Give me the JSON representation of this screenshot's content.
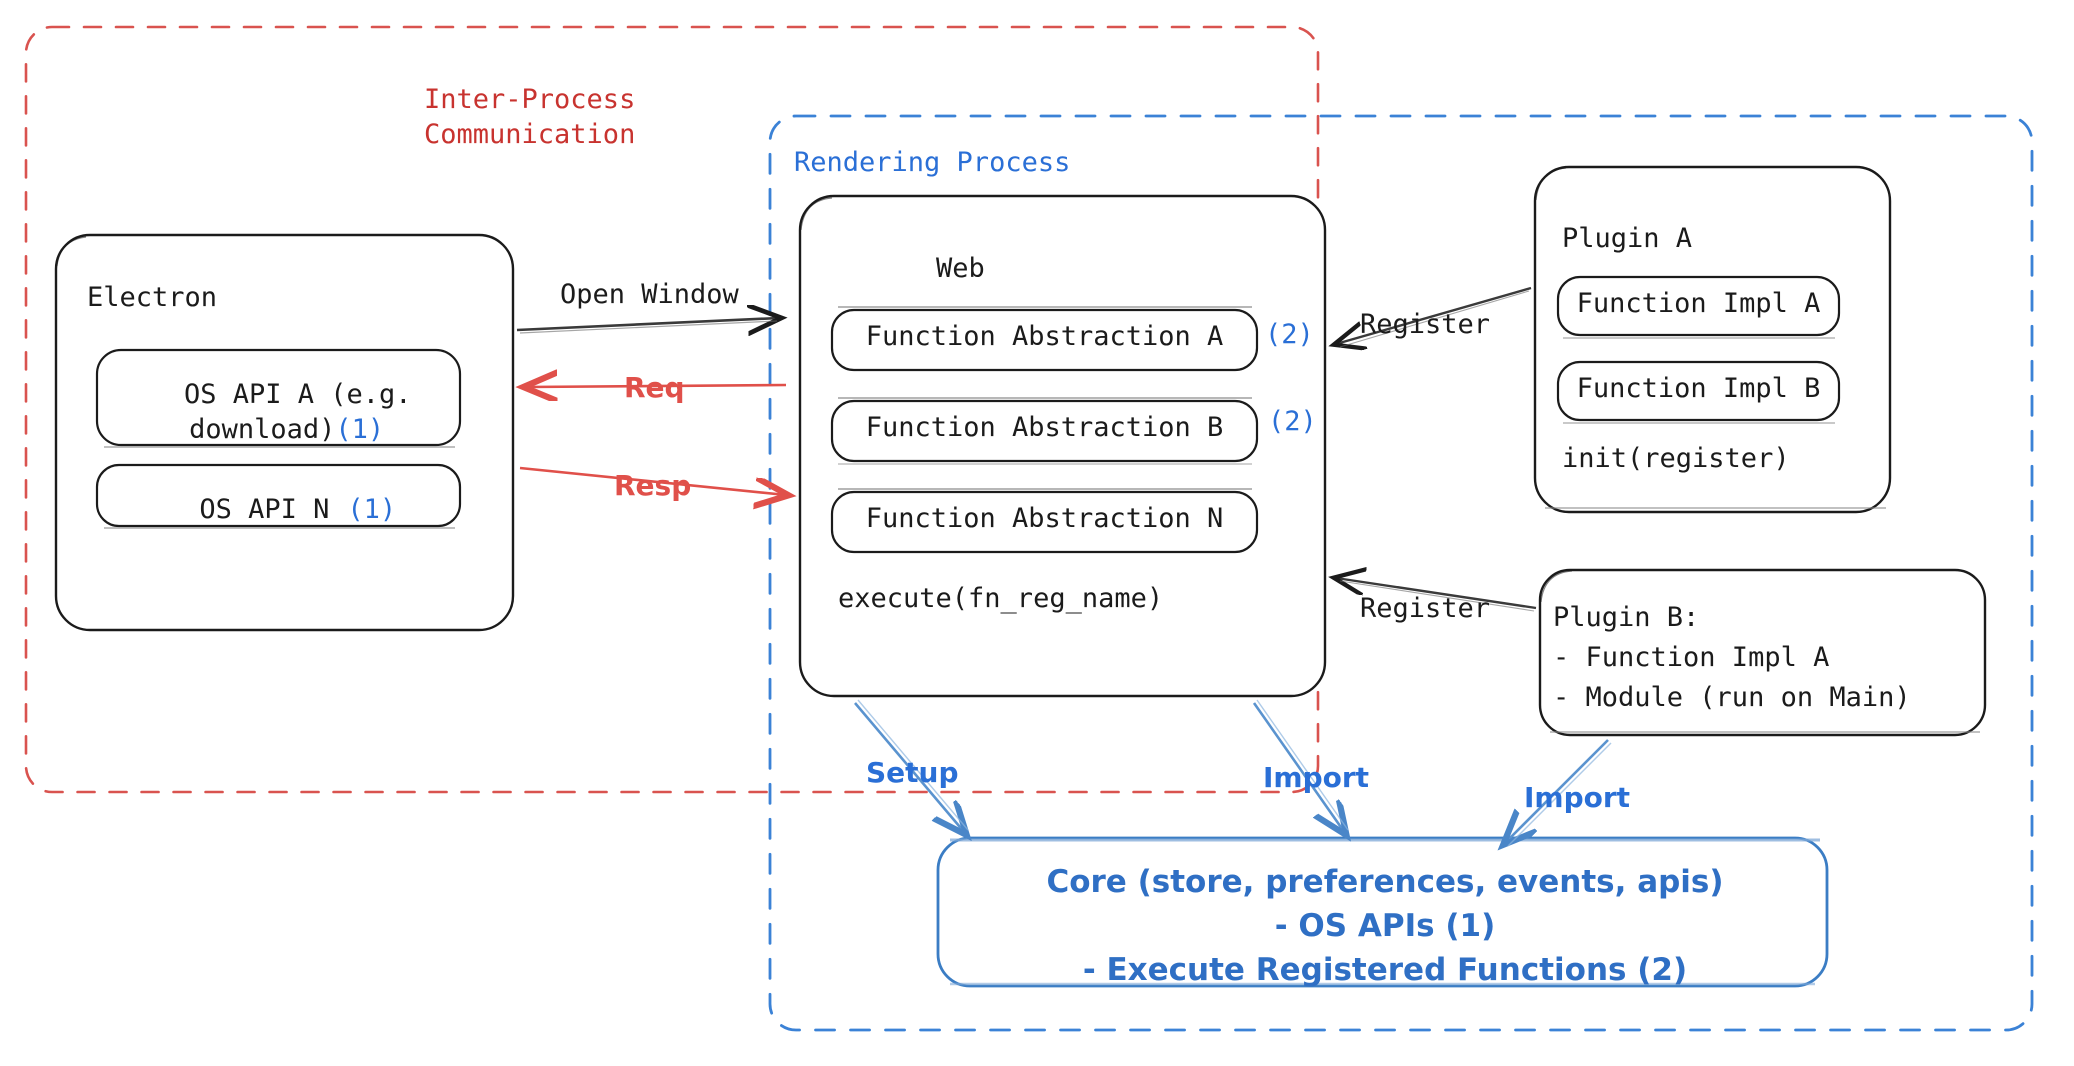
{
  "diagram": {
    "title": "Electron plugin architecture",
    "colors": {
      "ipc_boundary": "#d9534f",
      "rendering_boundary": "#3b82d6",
      "accent_blue": "#2a6fd6",
      "accent_red": "#e0504a",
      "stroke_black": "#1b1b1b",
      "core_blue": "#2f6fc4"
    }
  },
  "boundaries": {
    "ipc": {
      "label": "Inter-Process\nCommunication",
      "style": "dashed",
      "color": "#d9534f"
    },
    "rendering_process": {
      "label": "Rendering Process",
      "style": "dashed",
      "color": "#3b82d6"
    }
  },
  "electron": {
    "title": "Electron",
    "apis": [
      {
        "label": "OS API A (e.g.\n download)",
        "mark": "(1)"
      },
      {
        "label": "OS API N",
        "mark": "(1)"
      }
    ]
  },
  "web": {
    "title": "Web",
    "abstractions": [
      {
        "label": "Function Abstraction A",
        "mark": "(2)"
      },
      {
        "label": "Function Abstraction B",
        "mark": "(2)"
      },
      {
        "label": "Function Abstraction N",
        "mark": ""
      }
    ],
    "method": "execute(fn_reg_name)"
  },
  "plugin_a": {
    "title": "Plugin A",
    "impls": [
      "Function Impl A",
      "Function Impl B"
    ],
    "init": "init(register)"
  },
  "plugin_b": {
    "text": "Plugin B:\n- Function Impl A\n- Module (run on Main)"
  },
  "core": {
    "text": "Core (store, preferences, events, apis)\n- OS APIs (1)\n- Execute Registered Functions (2)"
  },
  "edges": [
    {
      "id": "open-window",
      "label": "Open Window",
      "color": "#1b1b1b",
      "from": "Electron",
      "to": "Web"
    },
    {
      "id": "req",
      "label": "Req",
      "color": "#e0504a",
      "from": "Web",
      "to": "Electron"
    },
    {
      "id": "resp",
      "label": "Resp",
      "color": "#e0504a",
      "from": "Electron",
      "to": "Web"
    },
    {
      "id": "register-a",
      "label": "Register",
      "color": "#1b1b1b",
      "from": "Plugin A",
      "to": "Web"
    },
    {
      "id": "register-b",
      "label": "Register",
      "color": "#1b1b1b",
      "from": "Plugin B",
      "to": "Web"
    },
    {
      "id": "setup",
      "label": "Setup",
      "color": "#2a6fd6",
      "from": "Web",
      "to": "Core"
    },
    {
      "id": "import-web",
      "label": "Import",
      "color": "#2a6fd6",
      "from": "Web",
      "to": "Core"
    },
    {
      "id": "import-plugin-b",
      "label": "Import",
      "color": "#2a6fd6",
      "from": "Plugin B",
      "to": "Core"
    }
  ]
}
